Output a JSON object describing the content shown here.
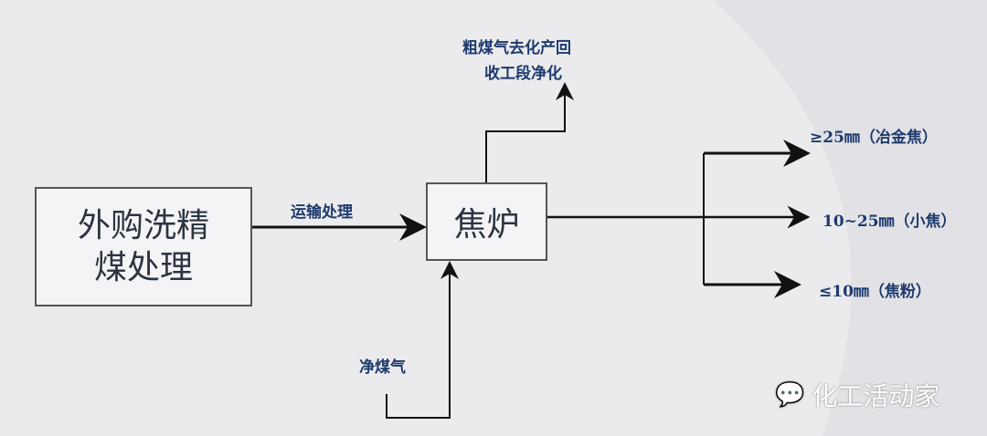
{
  "nodes": {
    "raw_coal": "外购洗精煤处理",
    "coke_oven": "焦炉"
  },
  "edges": {
    "transport": "运输处理",
    "clean_gas": "净煤气",
    "raw_gas_line1": "粗煤气去化产回",
    "raw_gas_line2": "收工段净化"
  },
  "outputs": [
    "≥25㎜（冶金焦）",
    "10~25㎜（小焦）",
    "≤10㎜（焦粉）"
  ],
  "watermark": "化工活动家"
}
